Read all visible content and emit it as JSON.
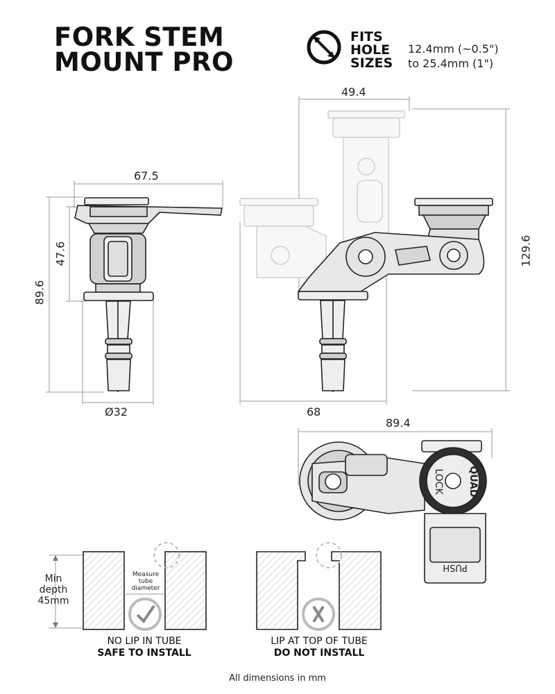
{
  "header": {
    "title_line1": "FORK STEM",
    "title_line2": "MOUNT PRO",
    "fits_line1": "FITS",
    "fits_line2": "HOLE",
    "fits_line3": "SIZES",
    "range_line1": "12.4mm (~0.5\")",
    "range_line2": "to 25.4mm (1\")",
    "icon": "diameter-icon"
  },
  "dimensions": {
    "side_width": "67.5",
    "side_head_height": "47.6",
    "side_total_height": "89.6",
    "side_diameter": "Ø32",
    "arm_top_width": "49.4",
    "arm_total_height": "129.6",
    "arm_base_width": "68",
    "top_view_width": "89.4"
  },
  "top_view_labels": {
    "lock": "LOCK",
    "brand": "QUAD",
    "push": "PUSH"
  },
  "install_guide": {
    "min_depth_line1": "Min",
    "min_depth_line2": "depth",
    "min_depth_line3": "45mm",
    "measure_line1": "Measure",
    "measure_line2": "tube",
    "measure_line3": "diameter",
    "ok_caption": "NO LIP IN TUBE",
    "ok_status": "SAFE TO INSTALL",
    "bad_caption": "LIP AT TOP OF TUBE",
    "bad_status": "DO NOT INSTALL",
    "ok_icon": "check-icon",
    "bad_icon": "x-icon"
  },
  "footer": {
    "note": "All dimensions in mm"
  },
  "colors": {
    "line": "#222222",
    "dim_line": "#999999",
    "fill_light": "#eeeeee",
    "fill_mid": "#d6d6d6",
    "ghost": "#cfcfcf"
  }
}
